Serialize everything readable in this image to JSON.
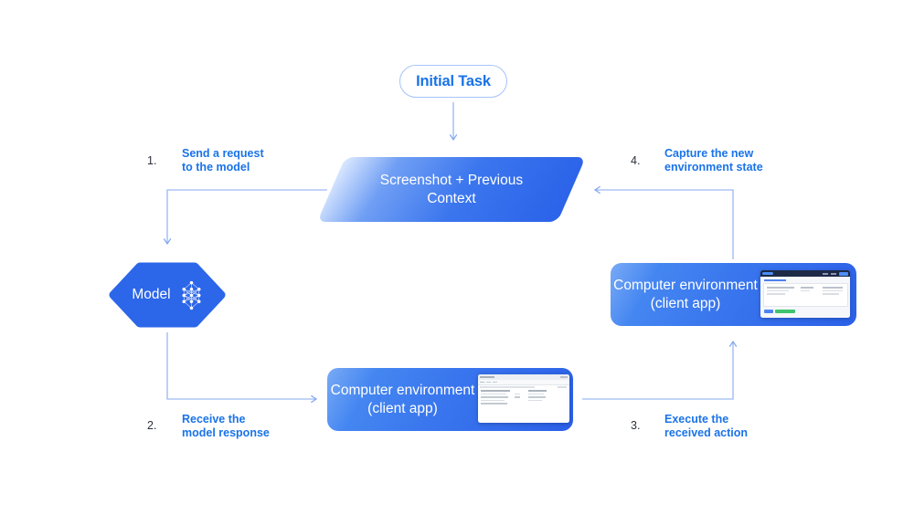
{
  "colors": {
    "accent_blue": "#1a73e8",
    "node_blue": "#2c66e9",
    "connector_blue": "#86a9f1",
    "success_green": "#3ec46f"
  },
  "initial_task": {
    "label": "Initial Task"
  },
  "context_node": {
    "line1": "Screenshot + Previous",
    "line2": "Context"
  },
  "model_node": {
    "label": "Model",
    "icon": "neural-network-icon"
  },
  "env_node_bottom": {
    "line1": "Computer environment",
    "line2": "(client app)",
    "thumbnail": "file-manager-window"
  },
  "env_node_right": {
    "line1": "Computer environment",
    "line2": "(client app)",
    "thumbnail": "web-app-window"
  },
  "steps": [
    {
      "number": "1.",
      "line1": "Send a request",
      "line2": "to the model"
    },
    {
      "number": "2.",
      "line1": "Receive the",
      "line2": "model response"
    },
    {
      "number": "3.",
      "line1": "Execute the",
      "line2": "received action"
    },
    {
      "number": "4.",
      "line1": "Capture the new",
      "line2": "environment state"
    }
  ]
}
